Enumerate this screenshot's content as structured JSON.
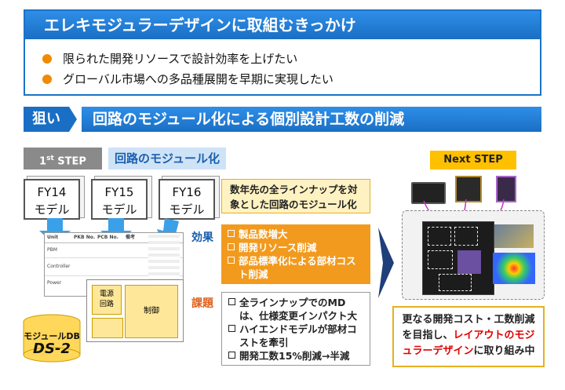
{
  "header": {
    "title": "エレキモジュラーデザインに取組むきっかけ",
    "bullets": [
      "限られた開発リソースで設計効率を上げたい",
      "グローバル市場への多品種展開を早期に実現したい"
    ]
  },
  "aim": {
    "label": "狙い",
    "text": "回路のモジュール化による個別設計工数の削減"
  },
  "first_step": {
    "step_main": "1",
    "step_sup": "st",
    "step_text": "STEP",
    "label": "回路のモジュール化",
    "models": [
      {
        "year": "FY14",
        "suffix": "モデル"
      },
      {
        "year": "FY15",
        "suffix": "モデル"
      },
      {
        "year": "FY16",
        "suffix": "モデル"
      }
    ],
    "table_headers": [
      "Unit",
      "PKB No.",
      "PCB No.",
      "備考"
    ],
    "table_rows": [
      "PBM",
      "Controller",
      "Power"
    ],
    "block_labels": [
      "電源\n回路",
      "制御"
    ],
    "db_label": "モジュールDB",
    "db_name": "DS-2"
  },
  "target": {
    "text": "数年先の全ラインナップを対象とした回路のモジュール化"
  },
  "effect": {
    "label": "効果",
    "items": [
      "製品数増大",
      "開発リソース削減",
      "部品標準化による部材コスト削減"
    ]
  },
  "issues": {
    "label": "課題",
    "items": [
      "全ラインナップでのMDは、仕様変更インパクト大",
      "ハイエンドモデルが部材コストを牽引",
      "開発工数15%削減→半減"
    ]
  },
  "next_step": {
    "label": "Next STEP",
    "result_part1": "更なる開発コスト・工数削減を目指し、",
    "result_highlight": "レイアウトのモジュラーデザイン",
    "result_part2": "に取り組み中"
  },
  "colors": {
    "primary_blue": "#1a6fc4",
    "orange": "#f29a1e",
    "yellow": "#ffc000",
    "highlight_red": "#e00000"
  }
}
